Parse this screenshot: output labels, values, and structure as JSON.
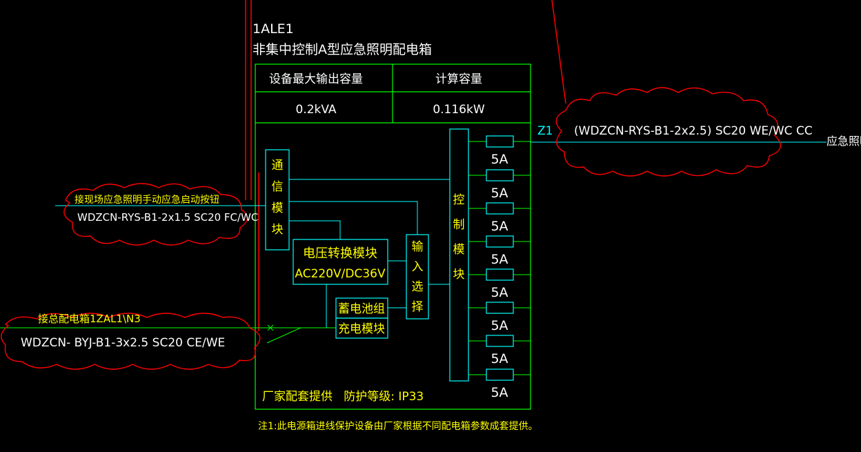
{
  "colors": {
    "background": "#000000",
    "frame": "#00ff00",
    "module": "#00ffff",
    "text_yellow": "#ffff00",
    "text_white": "#ffffff",
    "cloud_red": "#ff0000",
    "wire_cyan": "#00ffff"
  },
  "panel": {
    "id": "1ALE1",
    "name": "非集中控制A型应急照明配电箱",
    "table": {
      "headers": [
        "设备最大输出容量",
        "计算容量"
      ],
      "values": [
        "0.2kVA",
        "0.116kW"
      ]
    },
    "footer": "厂家配套提供   防护等级: IP33",
    "note": "注1:此电源箱进线保护设备由厂家根据不同配电箱参数成套提供。"
  },
  "modules": {
    "comm": "通信模块",
    "power": [
      "电压转换模块",
      "AC220V/DC36V"
    ],
    "battery": "蓄电池组",
    "charge": "充电模块",
    "input_select": "输入选择",
    "control": "控制模块"
  },
  "breakers": [
    "5A",
    "5A",
    "5A",
    "5A",
    "5A",
    "5A",
    "5A",
    "5A"
  ],
  "circuits": {
    "outgoing": {
      "id": "Z1",
      "cable": "(WDZCN-RYS-B1-2x2.5) SC20  WE/WC CC",
      "load": "应急照明"
    },
    "manual_start": {
      "title": "接现场应急照明手动应急启动按钮",
      "cable": "WDZCN-RYS-B1-2x1.5  SC20  FC/WC"
    },
    "main_feed": {
      "title": "接总配电箱1ZAL1\\N3",
      "cable": "WDZCN- BYJ-B1-3x2.5    SC20    CE/WE"
    }
  }
}
